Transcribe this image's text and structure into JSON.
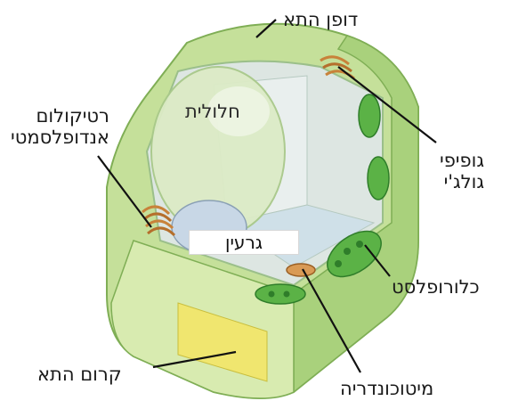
{
  "labels": {
    "cell_wall": "דופן התא",
    "golgi_line1": "גופיפי",
    "golgi_line2": "גולג'י",
    "er_line1": "רטיקולום",
    "er_line2": "אנדופלסמטי",
    "vacuole": "חלולית",
    "nucleus": "גרעין",
    "chloroplast": "כלורופלסט",
    "mitochondria": "מיטוכונדריה",
    "cell_membrane": "קרום התא"
  },
  "colors": {
    "wall_light": "#d9ebb4",
    "wall_mid": "#b7d98a",
    "wall_dark": "#8fbf63",
    "cytoplasm": "#dfe7e2",
    "vacuole_fill": "#dcebc8",
    "chloroplast_green": "#4ea83c",
    "chloroplast_dark": "#2f7d2a",
    "membrane_yellow": "#f2ea7a",
    "golgi_orange": "#c8823a",
    "nucleus_blue": "#c9d8e6"
  }
}
